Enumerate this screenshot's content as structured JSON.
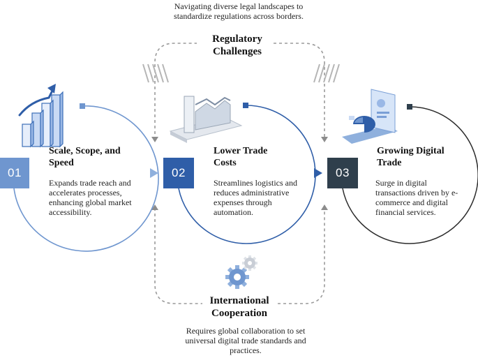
{
  "top_note": "Navigating diverse legal landscapes to standardize regulations across borders.",
  "regulatory": {
    "title": "Regulatory Challenges"
  },
  "international": {
    "title": "International Cooperation"
  },
  "bottom_note": "Requires global collaboration to set universal digital trade standards and practices.",
  "steps": [
    {
      "number": "01",
      "title": "Scale, Scope, and Speed",
      "text": "Expands trade reach and accelerates processes, enhancing global market accessibility.",
      "color": "#6f96cf"
    },
    {
      "number": "02",
      "title": "Lower Trade Costs",
      "text": "Streamlines logistics and reduces administrative expenses through automation.",
      "color": "#2f5ea8"
    },
    {
      "number": "03",
      "title": "Growing Digital Trade",
      "text": "Surge in digital transactions driven by e-commerce and digital financial services.",
      "color": "#2f3f4c"
    }
  ],
  "colors": {
    "accent_light": "#6f96cf",
    "accent_mid": "#2f5ea8",
    "accent_dark": "#2f3f4c",
    "dashed": "#9a9a9a"
  }
}
